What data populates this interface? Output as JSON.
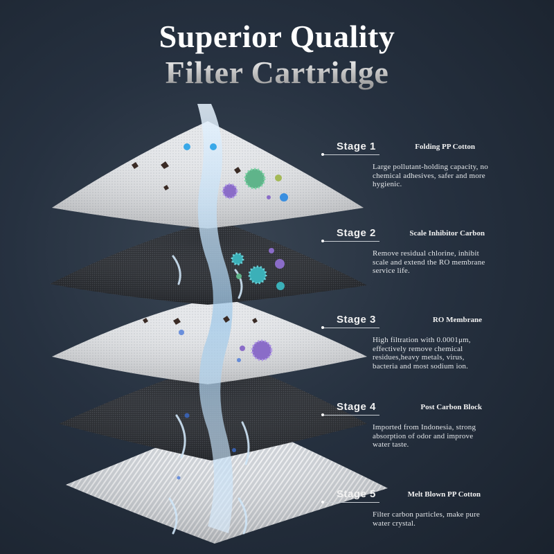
{
  "title": {
    "line1": "Superior Quality",
    "line2": "Filter Cartridge"
  },
  "stages": [
    {
      "number": "Stage 1",
      "name": "Folding PP Cotton",
      "description": "Large pollutant-holding capacity, no chemical adhesives, safer and more hygienic."
    },
    {
      "number": "Stage 2",
      "name": "Scale Inhibitor Carbon",
      "description": "Remove residual chlorine, inhibit scale and extend the RO membrane service life."
    },
    {
      "number": "Stage 3",
      "name": "RO Membrane",
      "description": "High filtration with 0.0001μm, effectively remove chemical residues,heavy metals, virus, bacteria and most sodium ion."
    },
    {
      "number": "Stage 4",
      "name": "Post Carbon Block",
      "description": "Imported from Indonesia, strong absorption of odor and improve water taste."
    },
    {
      "number": "Stage 5",
      "name": "Melt Blown PP Cotton",
      "description": "Filter carbon particles, make pure water crystal."
    }
  ],
  "colors": {
    "background": "#263140",
    "white_layer": "#e9ebee",
    "carbon_layer": "#2b2e33",
    "water": "#9fc8e8",
    "bacteria_green": "#5fb48a",
    "bacteria_purple": "#8a6cc8",
    "bacteria_blue": "#3a8fe0"
  }
}
